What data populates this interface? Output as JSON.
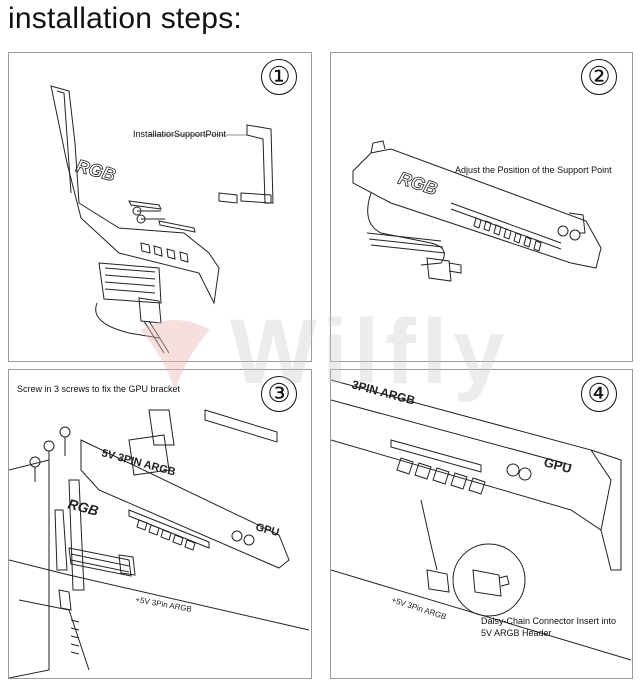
{
  "title": "installation steps:",
  "watermark": "Wilfly",
  "colors": {
    "watermark_mark": "#e8b7b7",
    "line": "#222222"
  },
  "steps": [
    {
      "number": "①",
      "label": "InstallatiorSupportPoint",
      "part_text": "RGB"
    },
    {
      "number": "②",
      "label": "Adjust the Position of the Support Point",
      "part_text": "RGB"
    },
    {
      "number": "③",
      "label": "Screw in 3 screws to fix the GPU bracket",
      "part_text": "RGB",
      "bracket_text": "5V 3PIN ARGB",
      "gpu_text": "GPU",
      "header_text": "+5V 3Pin ARGB"
    },
    {
      "number": "④",
      "bracket_text": "3PIN ARGB",
      "gpu_text": "GPU",
      "header_text": "+5V 3Pin ARGB",
      "callout_line1": "Daisy-Chain Connector Insert into",
      "callout_line2": "5V ARGB Header"
    }
  ]
}
